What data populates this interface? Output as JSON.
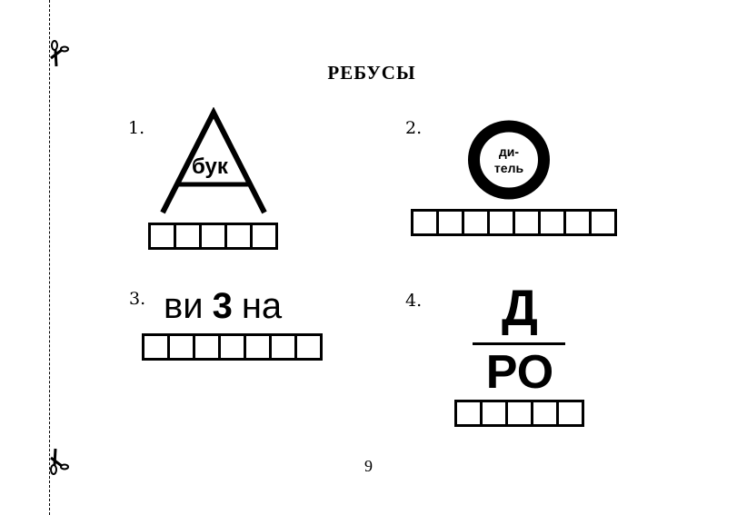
{
  "page": {
    "title": "РЕБУСЫ",
    "page_number": "9"
  },
  "decorations": {
    "cut_line": "dashed-vertical",
    "scissors_icons": [
      "scissors-top",
      "scissors-bottom"
    ]
  },
  "puzzles": [
    {
      "number": "1.",
      "description": "Letter A drawn as a triangle with the syllable inside",
      "big_letter": "А",
      "inner_text": "бук",
      "answer_cells": 5
    },
    {
      "number": "2.",
      "description": "Big letter O with text inside",
      "big_letter": "О",
      "inner_text_line1": "ди-",
      "inner_text_line2": "тель",
      "answer_cells": 8
    },
    {
      "number": "3.",
      "description": "Syllables with a bold number in between",
      "part1": "ви",
      "digit": "3",
      "part2": "на",
      "answer_cells": 7
    },
    {
      "number": "4.",
      "description": "Letter Д above a line, РО below (fraction)",
      "top": "Д",
      "bottom": "РО",
      "answer_cells": 5
    }
  ]
}
